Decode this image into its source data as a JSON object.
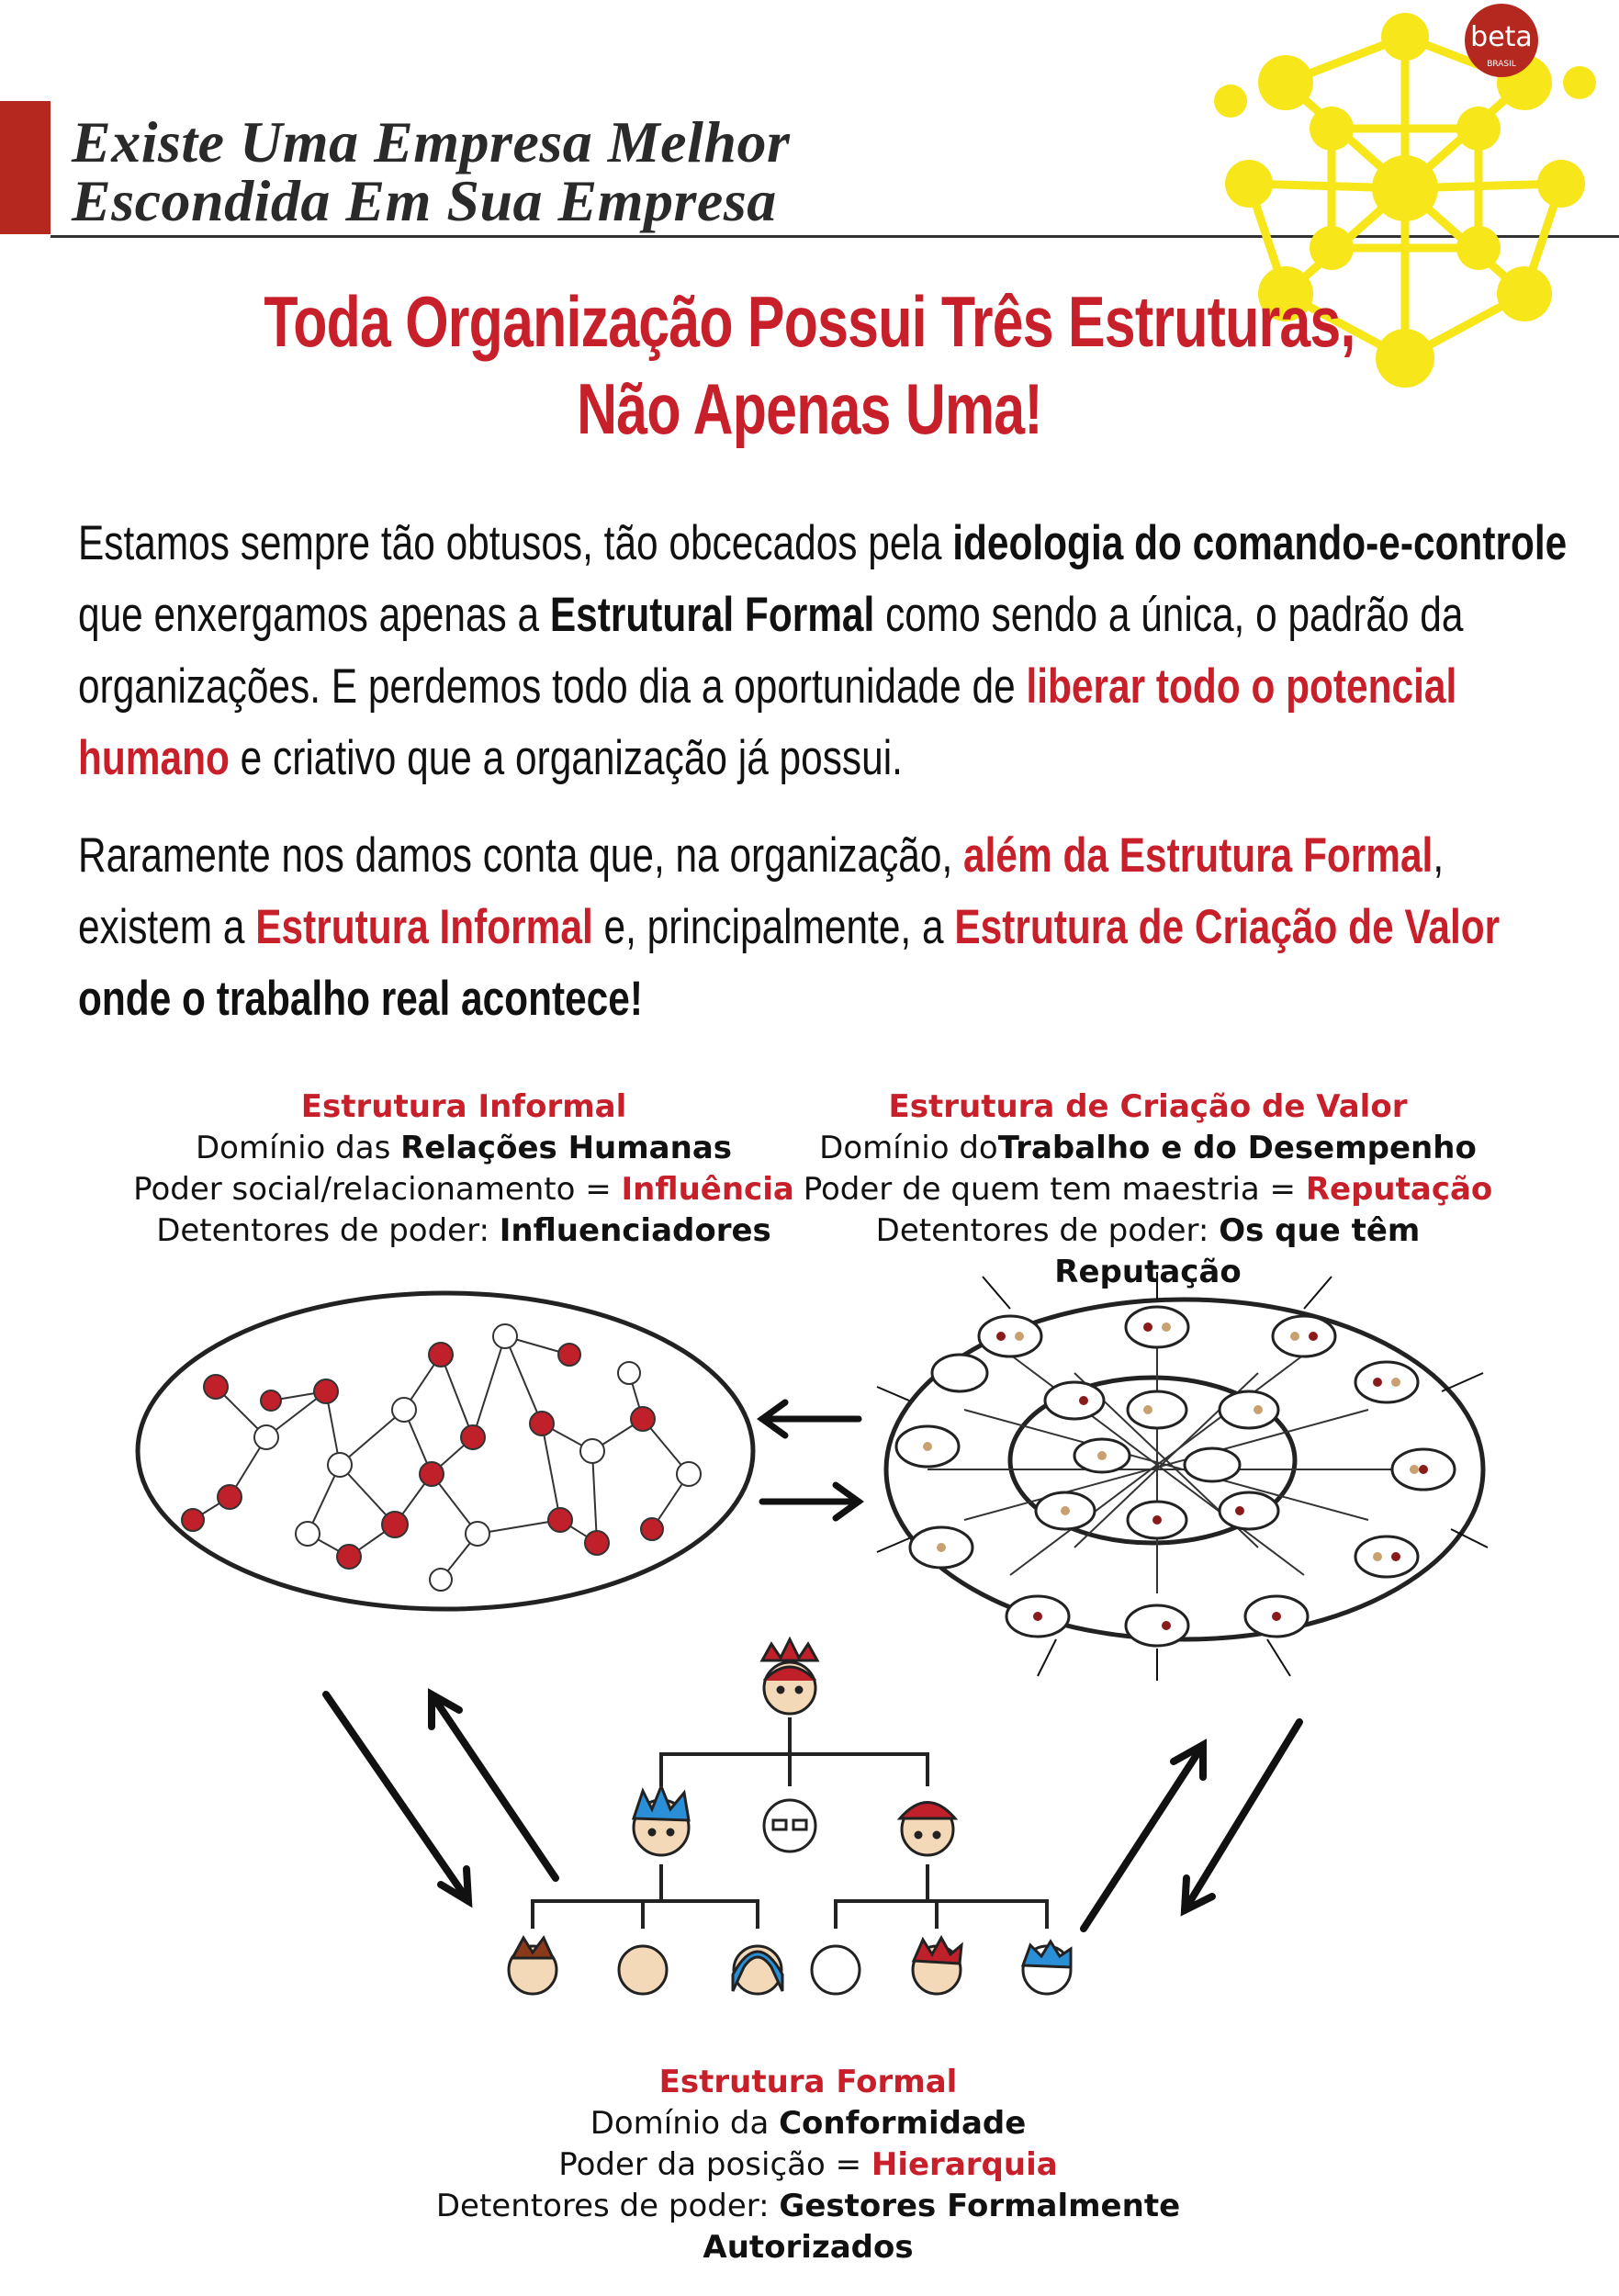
{
  "header": {
    "title_line1": "Existe Uma Empresa Melhor",
    "title_line2": "Escondida Em Sua Empresa",
    "logo_text": "beta",
    "logo_subtext": "BRASIL"
  },
  "headline": {
    "line1": "Toda Organização Possui Três Estruturas,",
    "line2": "Não Apenas Uma!"
  },
  "paragraph1": {
    "s1": "Estamos sempre tão obtusos, tão obcecados pela ",
    "b1": "ideologia do comando-e-controle",
    "s2": " que enxergamos apenas a ",
    "b2": "Estrutural Formal",
    "s3": " como sendo a única, o padrão da organizações. E perdemos todo dia a oportunidade de ",
    "r1": "liberar todo o potencial humano",
    "s4": " e criativo que a organização já possui."
  },
  "paragraph2": {
    "s1": "Raramente nos damos conta que, na organização, ",
    "r1": "além da Estrutura Formal",
    "s2": ", existem a ",
    "r2": "Estrutura Informal",
    "s3": " e, principalmente, a ",
    "r3": "Estrutura de Criação de Valor",
    "s4": " ",
    "b1": "onde o trabalho real acontece!"
  },
  "informal": {
    "title": "Estrutura Informal",
    "l1_a": "Domínio das ",
    "l1_b": "Relações Humanas",
    "l2_a": "Poder social/relacionamento = ",
    "l2_b": "Influência",
    "l3_a": "Detentores de poder: ",
    "l3_b": "Influenciadores"
  },
  "value": {
    "title": "Estrutura de Criação de Valor",
    "l1_a": "Domínio do",
    "l1_b": "Trabalho e do Desempenho",
    "l2_a": "Poder de quem tem maestria = ",
    "l2_b": "Reputação",
    "l3_a": "Detentores de poder: ",
    "l3_b": "Os que têm Reputação"
  },
  "formal": {
    "title": "Estrutura Formal",
    "l1_a": "Domínio da ",
    "l1_b": "Conformidade",
    "l2_a": "Poder da posição = ",
    "l2_b": "Hierarquia",
    "l3_a": "Detentores de poder: ",
    "l3_b": "Gestores Formalmente Autorizados"
  },
  "colors": {
    "accent_red": "#c8202a",
    "header_bar": "#b5281f",
    "sun_yellow": "#f7e619",
    "node_red": "#c0202a"
  }
}
